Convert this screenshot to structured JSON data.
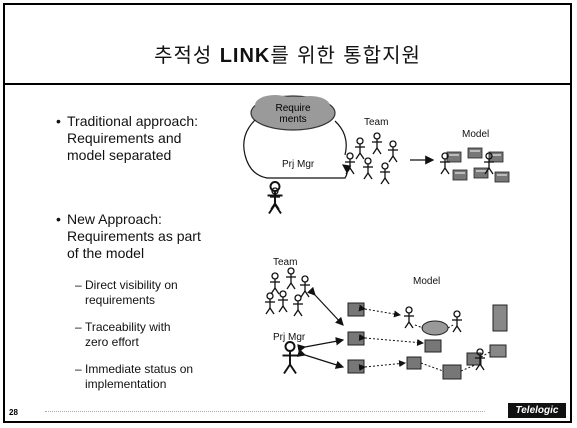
{
  "slide": {
    "title_korean_1": "추적성 ",
    "title_bold": "LINK",
    "title_korean_2": "를 위한 통합지원",
    "bullet1": {
      "line1": "Traditional approach:",
      "line2": "Requirements and",
      "line3": "model separated"
    },
    "bullet2": {
      "line1": "New Approach:",
      "line2": "Requirements as part",
      "line3": "of the model"
    },
    "subbullets": [
      {
        "line1": "Direct visibility on",
        "line2": "requirements"
      },
      {
        "line1": "Traceability with",
        "line2": "zero effort"
      },
      {
        "line1": "Immediate status on",
        "line2": "implementation"
      }
    ],
    "top_diagram": {
      "cloud_label_1": "Require",
      "cloud_label_2": "ments",
      "team_label": "Team",
      "model_label": "Model",
      "prj_mgr_label": "Prj Mgr"
    },
    "bottom_diagram": {
      "team_label": "Team",
      "model_label": "Model",
      "prj_mgr_label": "Prj Mgr"
    },
    "page_number": "28",
    "brand": "Telelogic"
  }
}
